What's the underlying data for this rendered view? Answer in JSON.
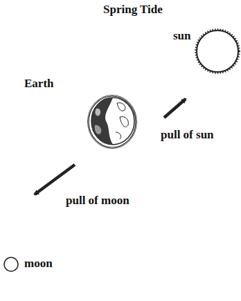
{
  "diagram": {
    "title": "Spring Tide",
    "nodes": [
      {
        "text": [
          "sun"
        ]
      },
      {
        "text": [
          "Earth"
        ]
      },
      {
        "text": [
          "moon"
        ]
      }
    ],
    "labels": [
      "pull of sun",
      "pull of moon"
    ]
  }
}
